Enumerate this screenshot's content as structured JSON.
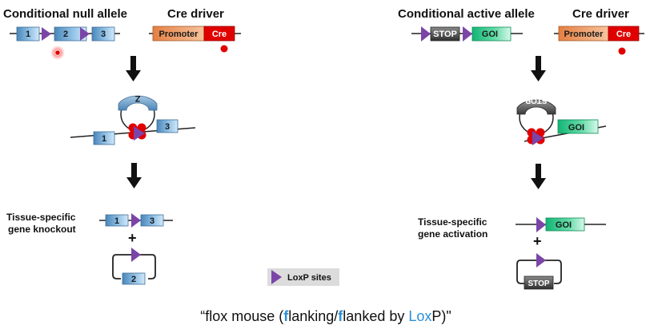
{
  "left": {
    "title": "Conditional null allele",
    "exons": [
      "1",
      "2",
      "3"
    ],
    "cre_title": "Cre driver",
    "promoter": "Promoter",
    "cre": "Cre",
    "loop_letter": "Z",
    "outcome": [
      "Tissue-specific",
      "gene knockout"
    ],
    "plus": "+"
  },
  "right": {
    "title": "Conditional active allele",
    "stop": "STOP",
    "goi": "GOI",
    "cre_title": "Cre driver",
    "promoter": "Promoter",
    "cre": "Cre",
    "outcome": [
      "Tissue-specific",
      "gene activation"
    ],
    "plus": "+"
  },
  "legend": {
    "label": "LoxP sites"
  },
  "caption": {
    "q1": "“flox mouse (",
    "f1": "f",
    "w1": "lanking/",
    "f2": "f",
    "w2": "lanked by ",
    "lox": "Lox",
    "tail": "P)\""
  },
  "colors": {
    "exon": "#7fb0d8",
    "loxp": "#7b45a8",
    "cre": "#e00000",
    "promoter": "#e9925a",
    "goi": "#2fc98a",
    "stop": "#555555",
    "accent_blue": "#2a8fd6"
  }
}
